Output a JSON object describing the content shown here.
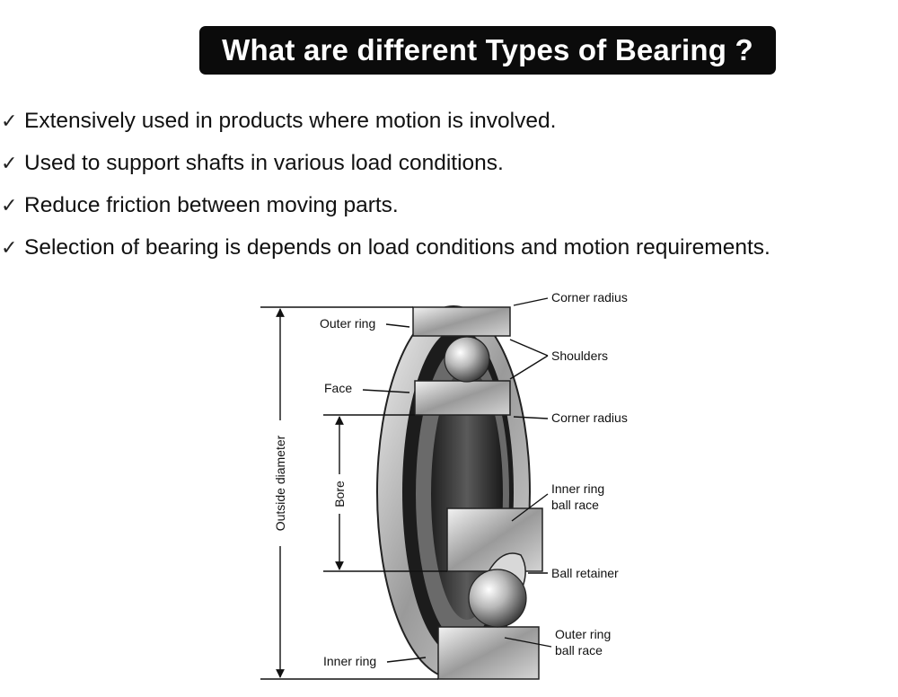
{
  "title": "What are different Types of Bearing ?",
  "bullets": [
    {
      "check": "✓",
      "text": "Extensively used in products where motion is involved."
    },
    {
      "check": "✓",
      "text": "Used to support shafts in various load conditions."
    },
    {
      "check": "✓",
      "text": "Reduce friction between moving parts."
    },
    {
      "check": "✓",
      "text": "Selection of bearing is depends on load conditions and motion requirements."
    }
  ],
  "diagram": {
    "labels": {
      "corner_radius_top": "Corner radius",
      "shoulders": "Shoulders",
      "corner_radius_mid": "Corner radius",
      "inner_ring_ball_race_1": "Inner ring",
      "inner_ring_ball_race_2": "ball race",
      "ball_retainer": "Ball retainer",
      "outer_ring_ball_race_1": "Outer ring",
      "outer_ring_ball_race_2": "ball race",
      "outer_ring": "Outer ring",
      "face": "Face",
      "inner_ring": "Inner ring",
      "bore": "Bore",
      "outside_diameter": "Outside diameter"
    }
  }
}
